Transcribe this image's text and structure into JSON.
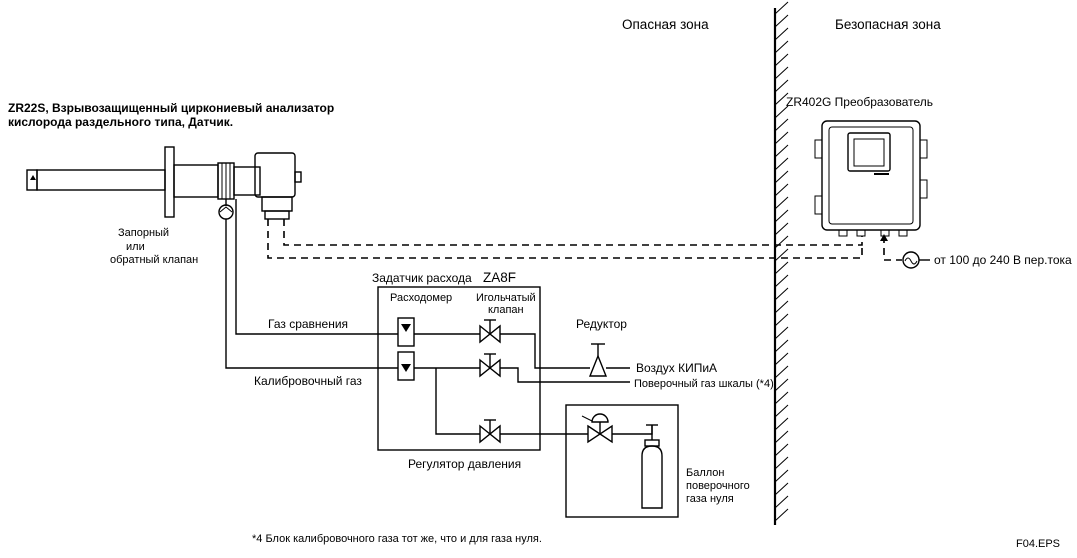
{
  "zones": {
    "hazardous": "Опасная зона",
    "safe": "Безопасная зона"
  },
  "sensor": {
    "title_line1": "ZR22S, Взрывозащищенный циркониевый анализатор",
    "title_line2": "кислорода раздельного типа, Датчик."
  },
  "converter": {
    "title": "ZR402G Преобразователь"
  },
  "valve_label": {
    "line1": "Запорный",
    "line2": "или",
    "line3": "обратный клапан"
  },
  "power": {
    "label": "от 100 до 240 В пер.тока"
  },
  "flow_setter": {
    "title": "Задатчик расхода",
    "model": "ZA8F",
    "flowmeter": "Расходомер",
    "needle_line1": "Игольчатый",
    "needle_line2": "клапан"
  },
  "lines": {
    "reference_gas": "Газ сравнения",
    "calibration_gas": "Калибровочный газ",
    "reducer": "Редуктор",
    "instrument_air": "Воздух КИПиА",
    "span_gas": "Поверочный газ шкалы (*4)",
    "pressure_regulator": "Регулятор давления"
  },
  "cylinder": {
    "line1": "Баллон",
    "line2": "поверочного",
    "line3": "газа нуля"
  },
  "footnote": "*4  Блок калибровочного газа тот же, что и для газа нуля.",
  "file_id": "F04.EPS"
}
